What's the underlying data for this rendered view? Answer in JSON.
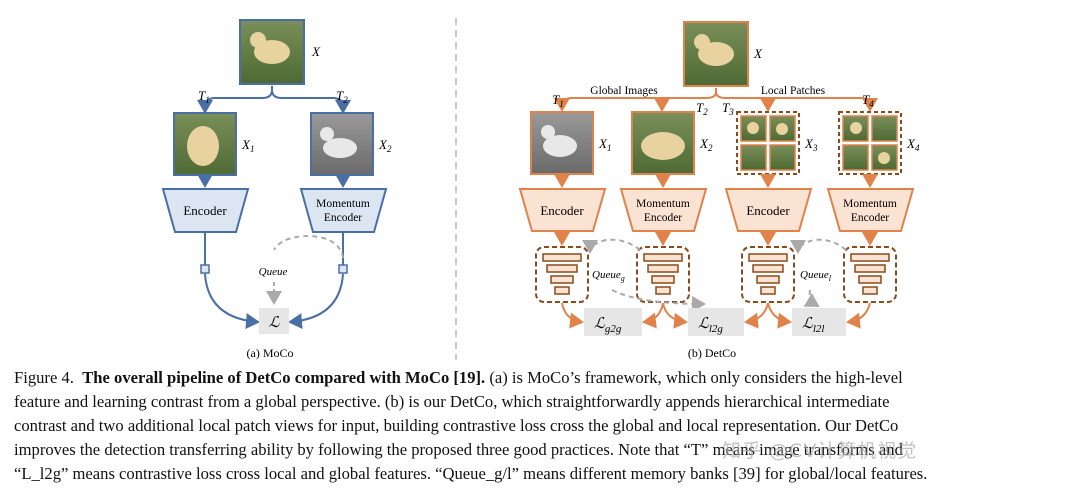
{
  "moco": {
    "input_label": "X",
    "t1": "T",
    "t1_sub": "1",
    "t2": "T",
    "t2_sub": "2",
    "view1_label": "X",
    "view1_sub": "1",
    "view2_label": "X",
    "view2_sub": "2",
    "encoder": "Encoder",
    "momentum_line1": "Momentum",
    "momentum_line2": "Encoder",
    "queue": "Queue",
    "loss": "ℒ",
    "subcaption": "(a) MoCo"
  },
  "detco": {
    "input_label": "X",
    "global_images": "Global Images",
    "local_patches": "Local Patches",
    "t1": "T",
    "t1_sub": "1",
    "t2": "T",
    "t2_sub": "2",
    "t3": "T",
    "t3_sub": "3",
    "t4": "T",
    "t4_sub": "4",
    "x1": "X",
    "x1_sub": "1",
    "x2": "X",
    "x2_sub": "2",
    "x3": "X",
    "x3_sub": "3",
    "x4": "X",
    "x4_sub": "4",
    "encoder": "Encoder",
    "momentum_line1": "Momentum",
    "momentum_line2": "Encoder",
    "queue_g": "Queue",
    "queue_g_sub": "g",
    "queue_l": "Queue",
    "queue_l_sub": "l",
    "loss_g2g": "ℒ",
    "loss_g2g_sub": "g2g",
    "loss_l2g": "ℒ",
    "loss_l2g_sub": "l2g",
    "loss_l2l": "ℒ",
    "loss_l2l_sub": "l2l",
    "subcaption": "(b) DetCo"
  },
  "caption": {
    "fig_label": "Figure 4.",
    "title": "The overall pipeline of DetCo compared with MoCo [19].",
    "line1_rest": "(a) is MoCo’s framework, which only considers the high-level",
    "line2": "feature and learning contrast from a global perspective. (b) is our DetCo, which straightforwardly appends hierarchical intermediate",
    "line3": "contrast and two additional local patch views for input, building contrastive loss cross the global and local representation. Our DetCo",
    "line4": "improves the detection transferring ability by following the proposed three good practices. Note that “T” means image transforms and",
    "line5": "“L_l2g” means contrastive loss cross local and global features. “Queue_g/l” means different memory banks [39] for global/local features."
  },
  "watermark": "知乎 @CV计算机视觉",
  "colors": {
    "moco_blue": "#4a6fa5",
    "moco_fill": "#dce6f3",
    "detco_orange": "#e0824a",
    "detco_fill": "#fbe3d4",
    "detco_brown": "#8a4a1c",
    "loss_fill": "#e6e6e6",
    "cite_green": "#2a9d3a"
  }
}
